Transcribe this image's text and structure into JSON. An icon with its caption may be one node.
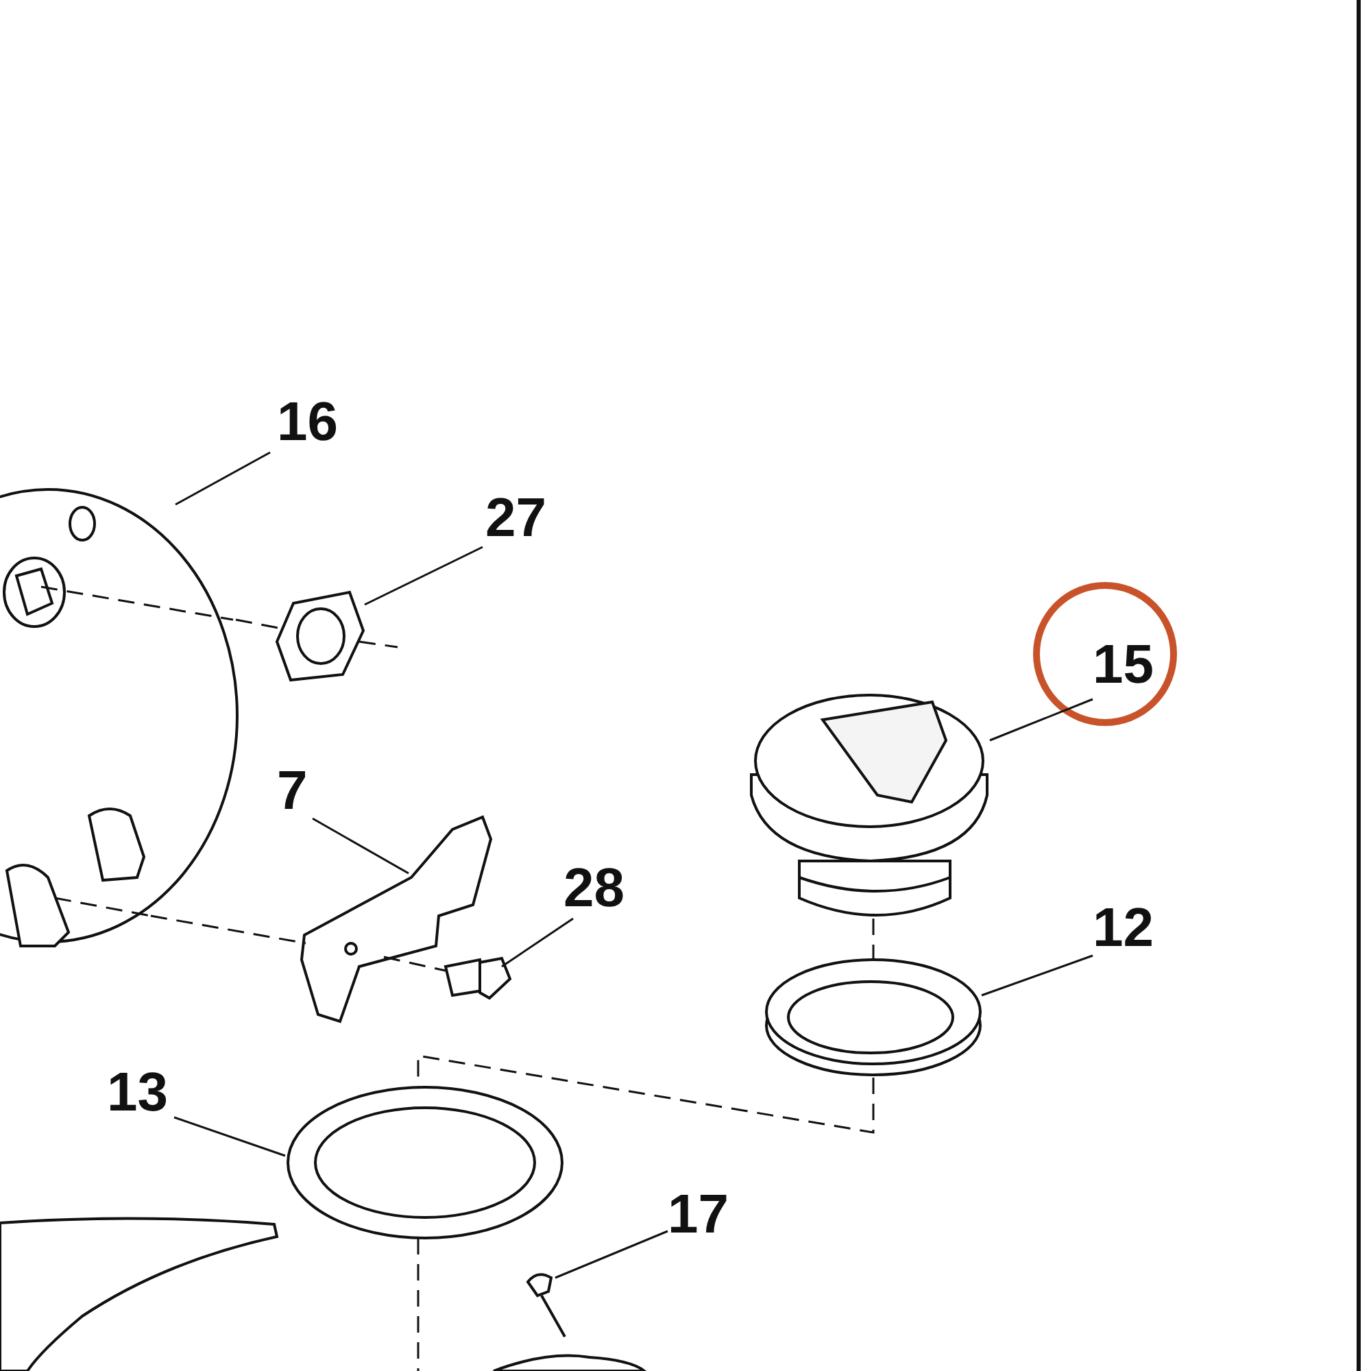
{
  "diagram": {
    "nodes": [
      {
        "text": [
          "16"
        ]
      },
      {
        "text": [
          "27"
        ]
      },
      {
        "text": [
          "15"
        ]
      },
      {
        "text": [
          "7"
        ]
      },
      {
        "text": [
          "28"
        ]
      },
      {
        "text": [
          "12"
        ]
      },
      {
        "text": [
          "13"
        ]
      },
      {
        "text": [
          "17"
        ]
      },
      {
        "text": [],
        "shape": "picture"
      },
      {
        "text": [],
        "shape": "picture"
      },
      {
        "text": [],
        "shape": "picture"
      },
      {
        "text": [],
        "shape": "picture"
      },
      {
        "text": [],
        "shape": "picture"
      },
      {
        "text": [],
        "shape": "picture"
      },
      {
        "text": [],
        "shape": "picture"
      },
      {
        "text": [],
        "shape": "picture"
      }
    ],
    "edges": [
      {
        "from": 0,
        "to": 8,
        "arrow": "none"
      },
      {
        "from": 1,
        "to": 9,
        "arrow": "none"
      },
      {
        "from": 2,
        "to": 10,
        "arrow": "none"
      },
      {
        "from": 3,
        "to": 11,
        "arrow": "none"
      },
      {
        "from": 4,
        "to": 12,
        "arrow": "none"
      },
      {
        "from": 5,
        "to": 13,
        "arrow": "none"
      },
      {
        "from": 6,
        "to": 14,
        "arrow": "none"
      },
      {
        "from": 7,
        "to": 15,
        "arrow": "none"
      },
      {
        "from": 8,
        "to": 9,
        "arrow": "none",
        "style": "dashed"
      },
      {
        "from": 8,
        "to": 11,
        "arrow": "none",
        "style": "dashed"
      },
      {
        "from": 11,
        "to": 12,
        "arrow": "none",
        "style": "dashed"
      },
      {
        "from": 10,
        "to": 13,
        "arrow": "none",
        "style": "dashed"
      },
      {
        "from": 13,
        "to": 14,
        "arrow": "none",
        "style": "dashed"
      }
    ]
  }
}
